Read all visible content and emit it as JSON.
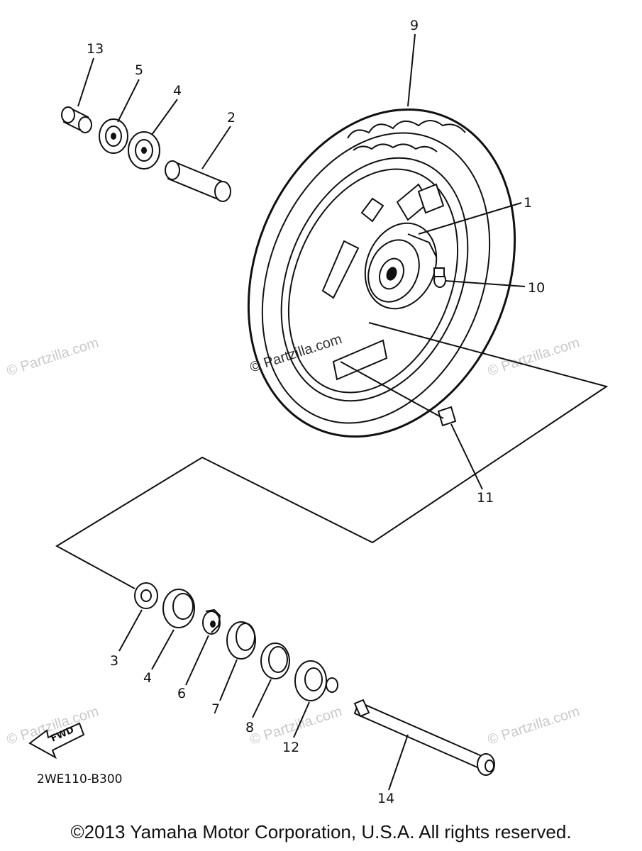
{
  "diagram": {
    "callouts": {
      "p1": "1",
      "p2": "2",
      "p3": "3",
      "p4_top": "4",
      "p4_bottom": "4",
      "p5": "5",
      "p6": "6",
      "p7": "7",
      "p8": "8",
      "p9": "9",
      "p10": "10",
      "p11": "11",
      "p12": "12",
      "p13": "13",
      "p14": "14"
    },
    "fwd_label": "FWD",
    "diagram_code": "2WE110-B300",
    "watermark": "© Partzilla.com"
  },
  "footer": {
    "copyright": "©2013 Yamaha Motor Corporation, U.S.A. All rights reserved."
  }
}
